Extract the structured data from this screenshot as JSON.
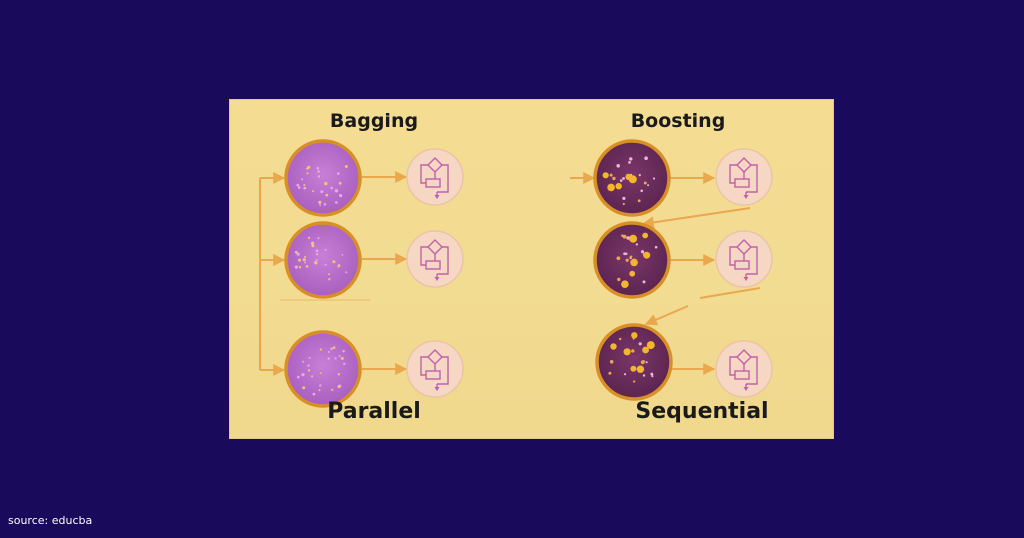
{
  "diagram": {
    "bagging": {
      "title": "Bagging",
      "caption": "Parallel"
    },
    "boosting": {
      "title": "Boosting",
      "caption": "Sequential"
    }
  },
  "source": "source: educba",
  "colors": {
    "background": "#190a5c",
    "panel": "#f3dc91",
    "arrow": "#e9a84e",
    "bag_fill": "#b86fcc",
    "boost_fill": "#6c2d5c",
    "ring": "#d88f26",
    "model_fill": "#f6d7c4",
    "model_icon": "#c060a8"
  },
  "icons": [
    "dataset-sample-icon",
    "model-flowchart-icon"
  ]
}
